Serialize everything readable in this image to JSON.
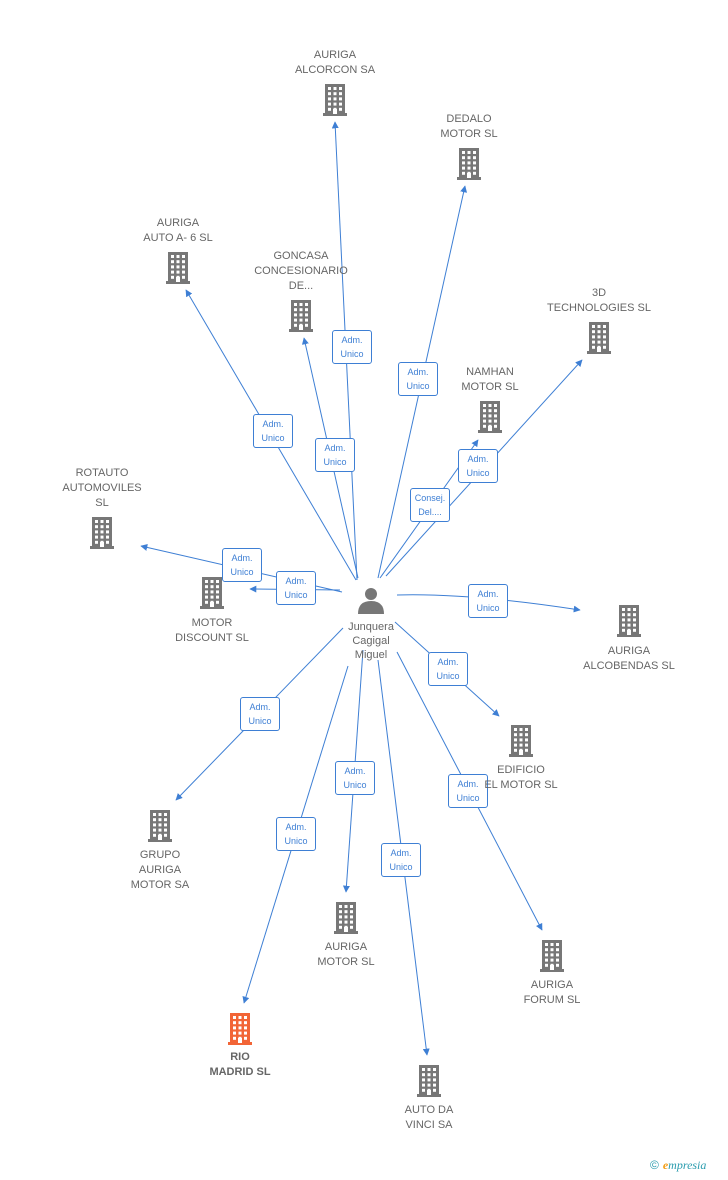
{
  "colors": {
    "edge": "#3e7fd4",
    "building": "#777777",
    "highlight": "#f26536",
    "person": "#777777",
    "brand": "#2a9cae",
    "brand_accent": "#f39c12"
  },
  "person": {
    "icon": "person-icon",
    "lines": [
      "Junquera",
      "Cagigal",
      "Miguel"
    ]
  },
  "companies": [
    {
      "id": "auriga-alcorcon",
      "lines": [
        "AURIGA",
        "ALCORCON SA"
      ],
      "highlight": false
    },
    {
      "id": "dedalo-motor",
      "lines": [
        "DEDALO",
        "MOTOR SL"
      ],
      "highlight": false
    },
    {
      "id": "auriga-auto-a6",
      "lines": [
        "AURIGA",
        "AUTO A- 6 SL"
      ],
      "highlight": false
    },
    {
      "id": "goncasa",
      "lines": [
        "GONCASA",
        "CONCESIONARIO",
        "DE..."
      ],
      "highlight": false
    },
    {
      "id": "3d-technologies",
      "lines": [
        "3D",
        "TECHNOLOGIES SL"
      ],
      "highlight": false
    },
    {
      "id": "namhan-motor",
      "lines": [
        "NAMHAN",
        "MOTOR SL"
      ],
      "highlight": false
    },
    {
      "id": "rotauto",
      "lines": [
        "ROTAUTO",
        "AUTOMOVILES",
        "SL"
      ],
      "highlight": false
    },
    {
      "id": "motor-discount",
      "lines": [
        "MOTOR",
        "DISCOUNT SL"
      ],
      "highlight": false
    },
    {
      "id": "auriga-alcobendas",
      "lines": [
        "AURIGA",
        "ALCOBENDAS SL"
      ],
      "highlight": false
    },
    {
      "id": "edificio-el-motor",
      "lines": [
        "EDIFICIO",
        "EL MOTOR SL"
      ],
      "highlight": false
    },
    {
      "id": "grupo-auriga",
      "lines": [
        "GRUPO",
        "AURIGA",
        "MOTOR SA"
      ],
      "highlight": false
    },
    {
      "id": "auriga-motor",
      "lines": [
        "AURIGA",
        "MOTOR SL"
      ],
      "highlight": false
    },
    {
      "id": "auriga-forum",
      "lines": [
        "AURIGA",
        "FORUM SL"
      ],
      "highlight": false
    },
    {
      "id": "rio-madrid",
      "lines": [
        "RIO",
        "MADRID SL"
      ],
      "highlight": true
    },
    {
      "id": "auto-da-vinci",
      "lines": [
        "AUTO DA",
        "VINCI SA"
      ],
      "highlight": false
    }
  ],
  "edges": [
    {
      "to": "auriga-alcorcon",
      "lines": [
        "Adm.",
        "Unico"
      ]
    },
    {
      "to": "dedalo-motor",
      "lines": [
        "Adm.",
        "Unico"
      ]
    },
    {
      "to": "auriga-auto-a6",
      "lines": [
        "Adm.",
        "Unico"
      ]
    },
    {
      "to": "goncasa",
      "lines": [
        "Adm.",
        "Unico"
      ]
    },
    {
      "to": "3d-technologies",
      "lines": [
        "Adm.",
        "Unico"
      ]
    },
    {
      "to": "namhan-motor",
      "lines": [
        "Consej.",
        "Del...."
      ]
    },
    {
      "to": "rotauto",
      "lines": [
        "Adm.",
        "Unico"
      ]
    },
    {
      "to": "motor-discount",
      "lines": [
        "Adm.",
        "Unico"
      ]
    },
    {
      "to": "auriga-alcobendas",
      "lines": [
        "Adm.",
        "Unico"
      ]
    },
    {
      "to": "edificio-el-motor",
      "lines": [
        "Adm.",
        "Unico"
      ]
    },
    {
      "to": "grupo-auriga",
      "lines": [
        "Adm.",
        "Unico"
      ]
    },
    {
      "to": "auriga-motor",
      "lines": [
        "Adm.",
        "Unico"
      ]
    },
    {
      "to": "auriga-forum",
      "lines": [
        "Adm.",
        "Unico"
      ]
    },
    {
      "to": "rio-madrid",
      "lines": [
        "Adm.",
        "Unico"
      ]
    },
    {
      "to": "auto-da-vinci",
      "lines": [
        "Adm.",
        "Unico"
      ]
    }
  ],
  "brand": {
    "copyright": "©",
    "initial": "e",
    "rest": "mpresia"
  }
}
